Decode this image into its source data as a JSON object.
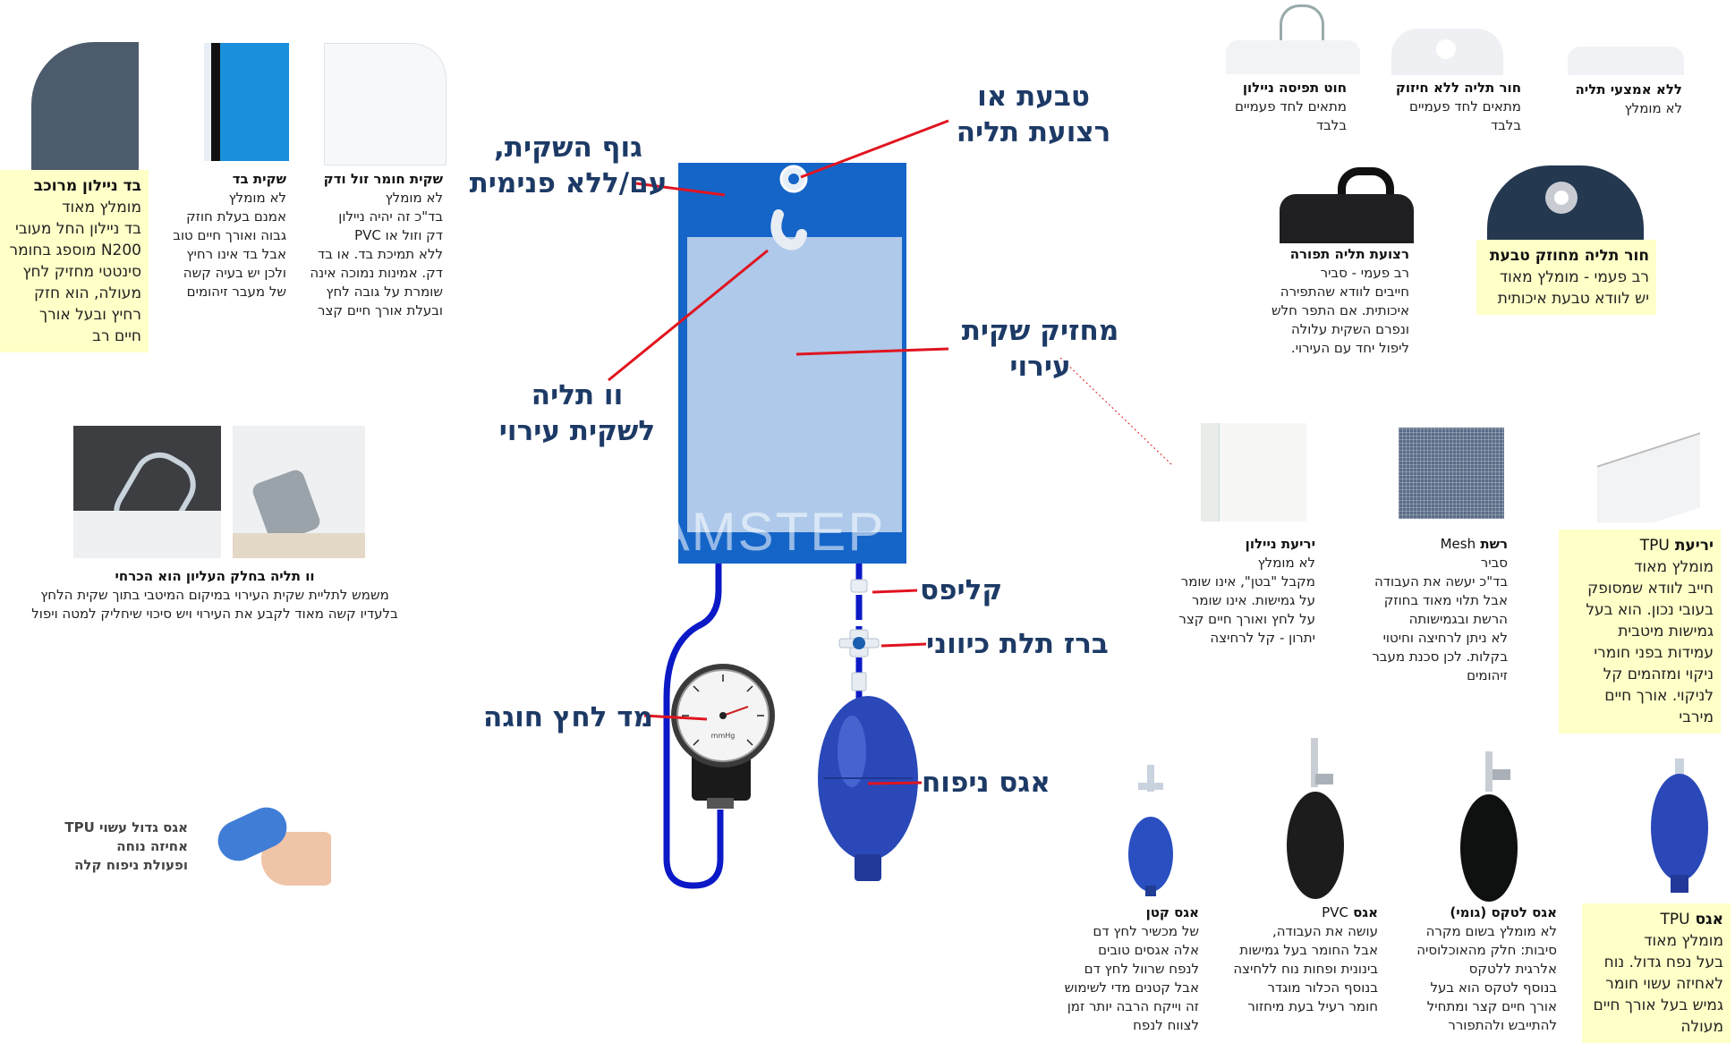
{
  "diagram": {
    "center_labels": {
      "bag_body": [
        "גוף השקית,",
        "עם/ללא פנימית"
      ],
      "hang_ring": [
        "טבעת או",
        "רצועת תליה"
      ],
      "hook": [
        "וו תליה",
        "לשקית עירוי"
      ],
      "holder": [
        "מחזיק שקית",
        "עירוי"
      ],
      "clip": "קליפס",
      "valve": "ברז תלת כיווני",
      "gauge": "מד לחץ חוגה",
      "bulb": "אגס ניפוח"
    },
    "watermark": "AMSTEP",
    "gauge_face_text": "mmHg"
  },
  "left": {
    "nylon_composite": {
      "title": "בד ניילון מרוכב",
      "lines": [
        "מומלץ מאוד",
        "בד ניילון החל מעובי",
        "N200 מוספג בחומר",
        "סינטטי מחזיק לחץ",
        "מעולה, הוא חזק",
        "רחיץ ובעל אורך",
        "חיים רב"
      ]
    },
    "fabric_bag": {
      "title": "שקית בד",
      "lines": [
        "לא מומלץ",
        "אמנם בעלת חוזק",
        "גבוה ואורך חיים טוב",
        "אבל בד אינו רחיץ",
        "ולכן יש בעיה קשה",
        "של מעבר זיהומים"
      ]
    },
    "cheap_bag": {
      "title": "שקית חומר זול ודק",
      "lines": [
        "לא מומלץ",
        "בד\"כ זה יהיה ניילון",
        "דק וזול או PVC",
        "ללא תמיכת בד. או בד",
        "דק. אמינות נמוכה אינה",
        "שומרת על גובה לחץ",
        "ובעלת אורך חיים קצר"
      ]
    },
    "top_hook": {
      "title": "וו תליה בחלק העליון הוא הכרחי",
      "lines": [
        "משמש לתליית שקית העירוי במיקום המיטבי בתוך שקית הלחץ",
        "בלעדיו קשה מאוד לקבע את העירוי ויש סיכוי שיחליק למטה ויפול"
      ]
    },
    "hand_bulb": {
      "lines": [
        "אגס גדול עשוי TPU",
        "אחיזה נוחה",
        "ופעולת ניפוח קלה"
      ]
    }
  },
  "right_top": {
    "nylon_string": {
      "title": "חוט תפיסה ניילון",
      "lines": [
        "מתאים לחד פעמיים",
        "בלבד"
      ]
    },
    "hole_no_reinforce": {
      "title": "חור תליה ללא חיזוק",
      "lines": [
        "מתאים לחד פעמיים",
        "בלבד"
      ]
    },
    "no_hang": {
      "title": "ללא אמצעי תליה",
      "lines": [
        "לא מומלץ"
      ]
    },
    "sewn_strap": {
      "title": "רצועת תליה תפורה",
      "lines": [
        "רב פעמי - סביר",
        "חייבים לוודא שהתפירה",
        "איכותית. אם התפר חלש",
        "ונפרם השקית עלולה",
        "ליפול יחד עם העירוי."
      ]
    },
    "ring_hole": {
      "title": "חור תליה מחוזק טבעת",
      "lines": [
        "רב פעמי - מומלץ מאוד",
        "יש לוודא טבעת איכותית"
      ]
    }
  },
  "right_mid": {
    "nylon_sheet": {
      "title": "יריעת ניילון",
      "lines": [
        "לא מומלץ",
        "מקבל \"בטן\", אינו שומר",
        "על גמישות. אינו שומר",
        "על לחץ ואורך חיים קצר",
        "יתרון - קל לרחיצה"
      ]
    },
    "mesh": {
      "title": "רשת",
      "title_latin": "Mesh",
      "lines": [
        "סביר",
        "בד\"כ יעשה את העבודה",
        "אבל תלוי מאוד בחוזק",
        "הרשת ובגמישותה",
        "לא ניתן לרחיצה וחיטוי",
        "בקלות. לכן סכנת מעבר",
        "זיהומים"
      ]
    },
    "tpu_sheet": {
      "title": "יריעת",
      "title_latin": "TPU",
      "lines": [
        "מומלץ מאוד",
        "חייב לוודא שמסופק",
        "בעובי נכון. הוא בעל",
        "גמישות מיטבית",
        "עמידות בפני חומרי",
        "ניקוי ומזהמים קל",
        "לניקוי. אורך חיים",
        "מירבי"
      ]
    }
  },
  "right_bottom": {
    "small_bulb": {
      "title": "אגס קטן",
      "lines": [
        "של מכשיר לחץ דם",
        "אלה אגסים טובים",
        "לנפח שרוול לחץ דם",
        "אבל קטנים מדי לשימוש",
        "זה וייקח הרבה יותר זמן",
        "לצווח לנפח"
      ]
    },
    "pvc_bulb": {
      "title": "אגס",
      "title_latin": "PVC",
      "lines": [
        "עושה את העבודה,",
        "אבל החומר בעל גמישות",
        "בינונית ופחות נוח ללחיצה",
        "בנוסף הכלור מוגדר",
        "חומר רעיל בעת מיחזור"
      ]
    },
    "latex_bulb": {
      "title": "אגס לטקס (גומי)",
      "lines": [
        "לא מומלץ בשום מקרה",
        "סיבות: חלק מהאוכלוסיה",
        "אלרגית ללטקס",
        "בנוסף לטקס הוא בעל",
        "אורך חיים קצר ומתחיל",
        "להתייבש ולהתפורר"
      ]
    },
    "tpu_bulb": {
      "title": "אגס",
      "title_latin": "TPU",
      "lines": [
        "מומלץ מאוד",
        "בעל נפח גדול. נוח",
        "לאחיזה עשוי חומר",
        "גמיש בעל אורך חיים",
        "מעולה"
      ]
    }
  },
  "colors": {
    "bag_blue": "#1565c8",
    "bag_inner": "#aec9ea",
    "leader_red": "#e0141f",
    "label_navy": "#1d3a66",
    "highlight_yellow": "#ffffc8",
    "bulb_blue": "#2a48b8"
  }
}
